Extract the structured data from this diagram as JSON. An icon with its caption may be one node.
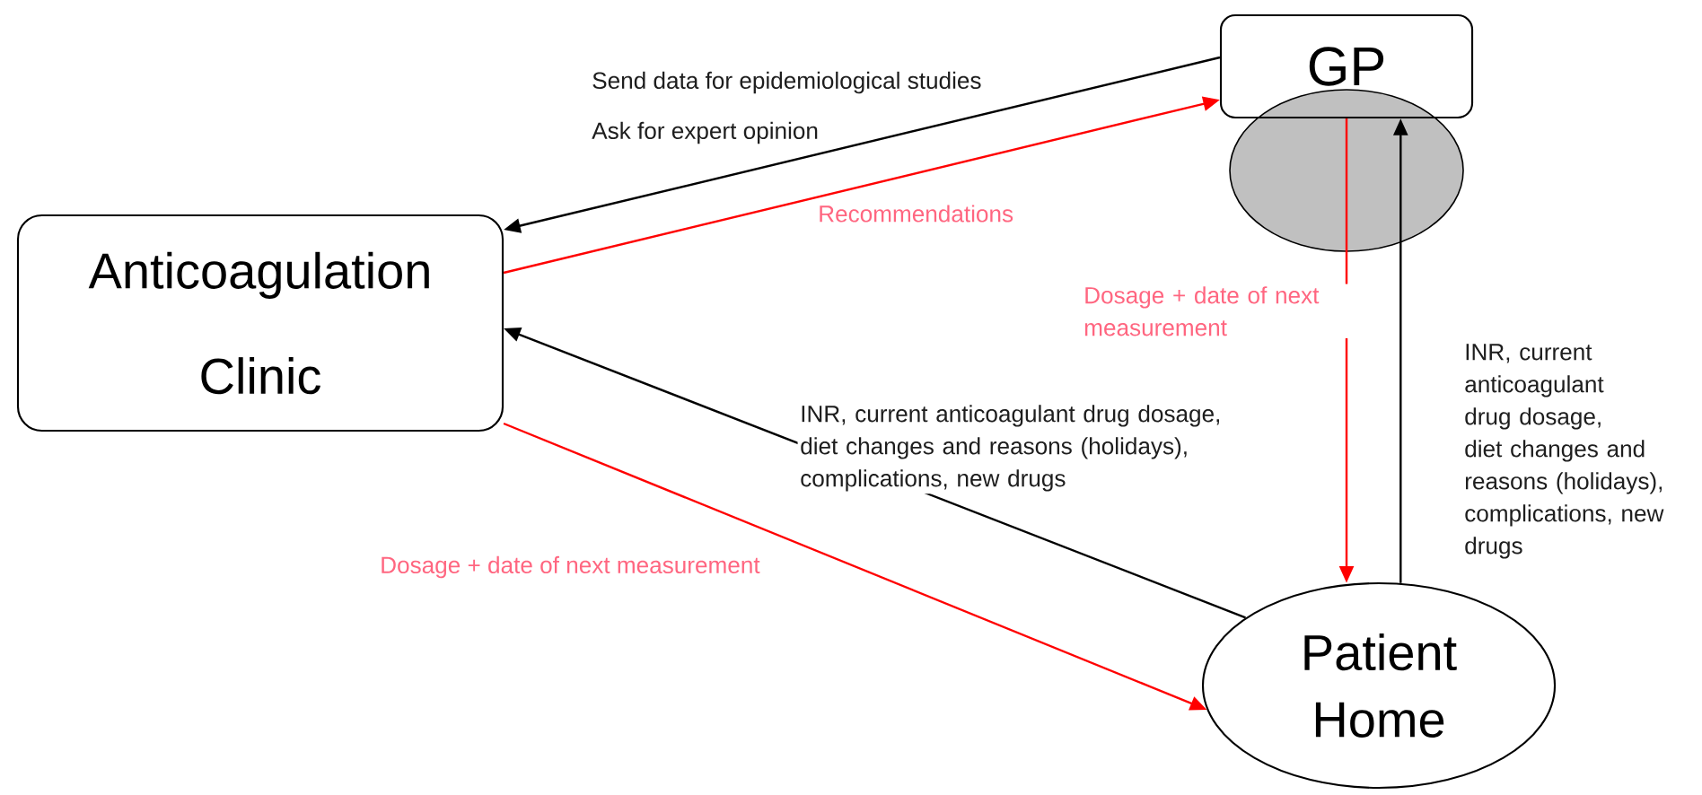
{
  "diagram": {
    "nodes": [
      {
        "text": [
          "Anticoagulation Clinic"
        ]
      },
      {
        "text": [
          "GP"
        ]
      },
      {
        "text": [
          "Patient Home"
        ]
      }
    ],
    "edges": [
      {
        "from": 1,
        "to": 0,
        "arrow": "to",
        "label": "Send data for epidemiological studies"
      },
      {
        "from": 0,
        "to": 1,
        "arrow": "to",
        "label": "Recommendations",
        "color": "#ff0000"
      },
      {
        "from": 1,
        "to": 2,
        "arrow": "to",
        "label": "Dosage + date of next measurement",
        "color": "#ff0000"
      },
      {
        "from": 2,
        "to": 1,
        "arrow": "to",
        "label": "INR, current anticoagulant drug dosage, diet changes and reasons (holidays), complications, new drugs"
      },
      {
        "from": 2,
        "to": 0,
        "arrow": "to",
        "label": "INR, current anticoagulant drug dosage, diet changes and reasons (holidays), complications, new drugs"
      },
      {
        "from": 0,
        "to": 2,
        "arrow": "to",
        "label": "Dosage + date of next measurement",
        "color": "#ff0000"
      }
    ],
    "labels": [
      "Ask for expert opinion"
    ]
  }
}
